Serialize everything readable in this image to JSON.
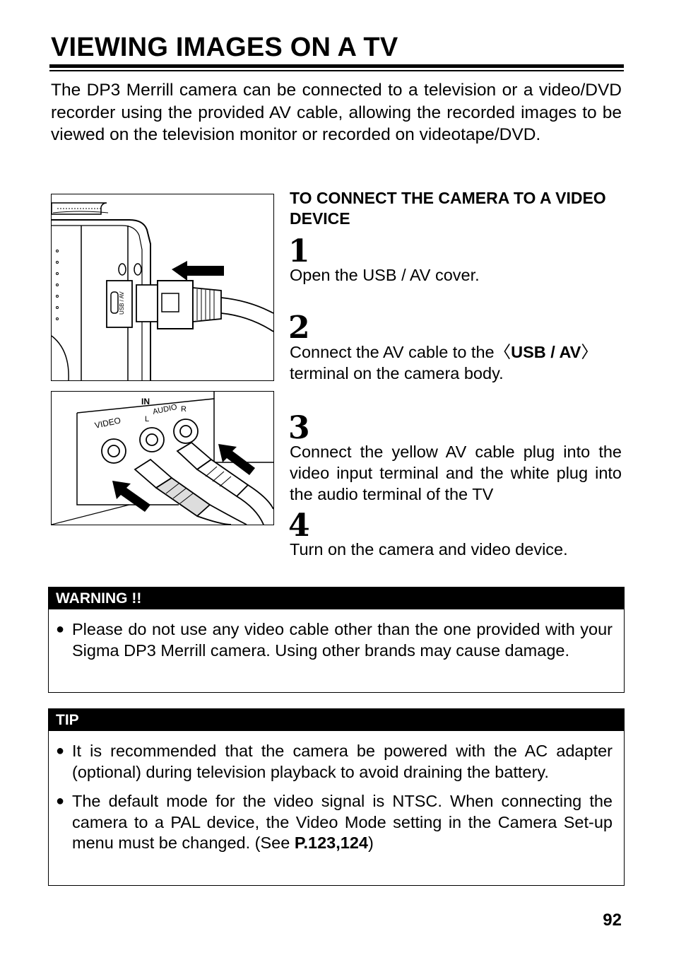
{
  "title": "VIEWING IMAGES ON A TV",
  "intro": "The DP3 Merrill camera can be connected to a television or a video/DVD recorder using the provided AV cable, allowing the recorded images to be viewed on the television monitor or recorded on videotape/DVD.",
  "figures": {
    "camera_terminal_label": "USB / AV",
    "tv_in_label": "IN",
    "tv_video_label": "VIDEO",
    "tv_audio_label": "AUDIO",
    "tv_left_label": "L",
    "tv_right_label": "R"
  },
  "steps_heading": "TO CONNECT THE CAMERA TO A VIDEO DEVICE",
  "steps": [
    {
      "number": "1",
      "text": "Open the USB / AV cover."
    },
    {
      "number": "2",
      "text_before": "Connect the AV cable to the",
      "bracket_open": "〈",
      "terminal": "USB / AV",
      "bracket_close": "〉",
      "text_after": "terminal on the camera body."
    },
    {
      "number": "3",
      "text": "Connect the yellow AV cable plug into the video input terminal and the white plug into the audio terminal of the TV"
    },
    {
      "number": "4",
      "text": "Turn on the camera and video device."
    }
  ],
  "warning": {
    "header": "WARNING !!",
    "items": [
      "Please do not use any video cable other than the one provided with your Sigma DP3 Merrill camera. Using other brands may cause damage."
    ]
  },
  "tip": {
    "header": "TIP",
    "items": [
      {
        "text": "It is recommended that the camera be powered with the AC adapter (optional) during television playback to avoid draining the battery."
      },
      {
        "text_before": "The default mode for the video signal is NTSC. When connecting the camera to a PAL device, the Video Mode setting in the Camera Set-up menu must be changed. (See ",
        "ref": "P.123,124",
        "text_after": ")"
      }
    ]
  },
  "bullet_glyph": "●",
  "page_number": "92"
}
